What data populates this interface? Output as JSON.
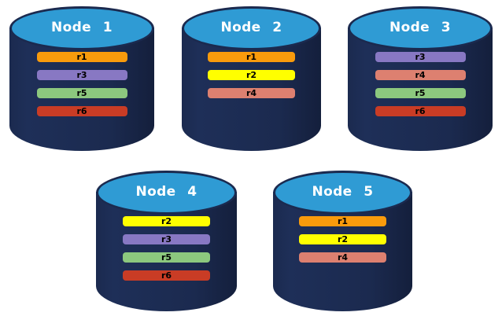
{
  "diagram": {
    "background_color": "#FFFFFF",
    "node_body_color": "#1B2A4F",
    "node_top_color": "#2F9BD4",
    "node_title_color": "#FFFFFF",
    "replica_label_color": "#000000",
    "replica_colors": {
      "r1": "#F99B0C",
      "r2": "#FFFF00",
      "r3": "#8878C3",
      "r4": "#DD8070",
      "r5": "#8CC87E",
      "r6": "#C93C25"
    }
  },
  "nodes": [
    {
      "title": "Node 1",
      "replicas": [
        "r1",
        "r3",
        "r5",
        "r6"
      ]
    },
    {
      "title": "Node 2",
      "replicas": [
        "r1",
        "r2",
        "r4"
      ]
    },
    {
      "title": "Node 3",
      "replicas": [
        "r3",
        "r4",
        "r5",
        "r6"
      ]
    },
    {
      "title": "Node 4",
      "replicas": [
        "r2",
        "r3",
        "r5",
        "r6"
      ]
    },
    {
      "title": "Node 5",
      "replicas": [
        "r1",
        "r2",
        "r4"
      ]
    }
  ]
}
